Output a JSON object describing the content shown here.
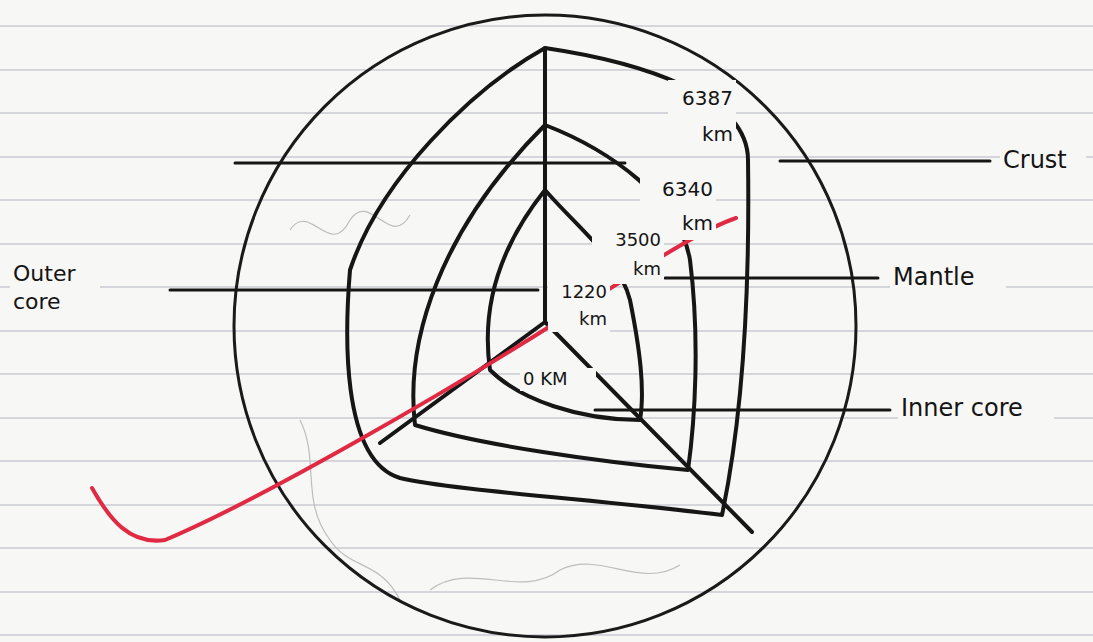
{
  "diagram": {
    "labels": [
      "6387 km",
      "6340 km",
      "3500 km",
      "1220 km",
      "0 KM",
      "Crust",
      "Mantle",
      "Outer core",
      "Inner core"
    ]
  }
}
